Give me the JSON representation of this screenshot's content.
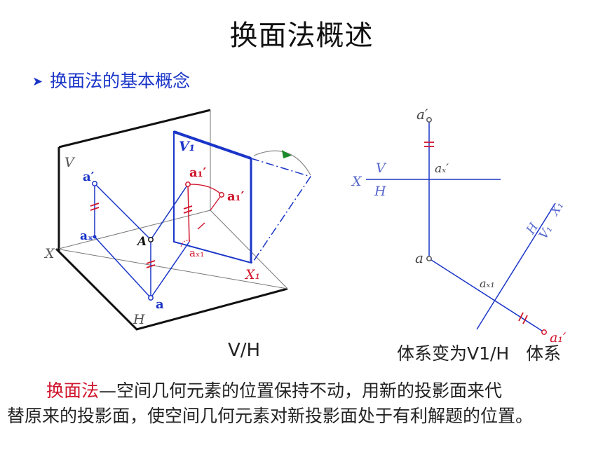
{
  "title": "换面法概述",
  "bullet": "换面法的基本概念",
  "captions": {
    "vh": "V/H",
    "system": "体系变为V1/H   体系"
  },
  "definition": {
    "keyword": "换面法",
    "dash": "—",
    "line1": "空间几何元素的位置保持不动，用新的投影面来代",
    "line2": "替原来的投影面，使空间几何元素对新投影面处于有利解题的位置。"
  },
  "labels3d": {
    "V": "V",
    "V1": "V₁",
    "X": "X",
    "H": "H",
    "X1": "X₁",
    "a_prime": "a′",
    "a1_prime": "a₁′",
    "a1_prime_rot": "a₁′",
    "ax": "aₓ",
    "ax1": "aₓ₁",
    "A": "A",
    "a": "a"
  },
  "labels2d": {
    "a_prime": "a′",
    "ax_prime": "aₓ′",
    "V": "V",
    "X": "X",
    "H": "H",
    "a": "a",
    "ax1": "aₓ₁",
    "a1_prime": "a₁′",
    "X1": "X₁",
    "H_1": "H",
    "V1": "V₁"
  },
  "colors": {
    "blue": "#1a35c8",
    "red": "#d0152c",
    "green": "#1a8a2a",
    "gray": "#888888"
  }
}
